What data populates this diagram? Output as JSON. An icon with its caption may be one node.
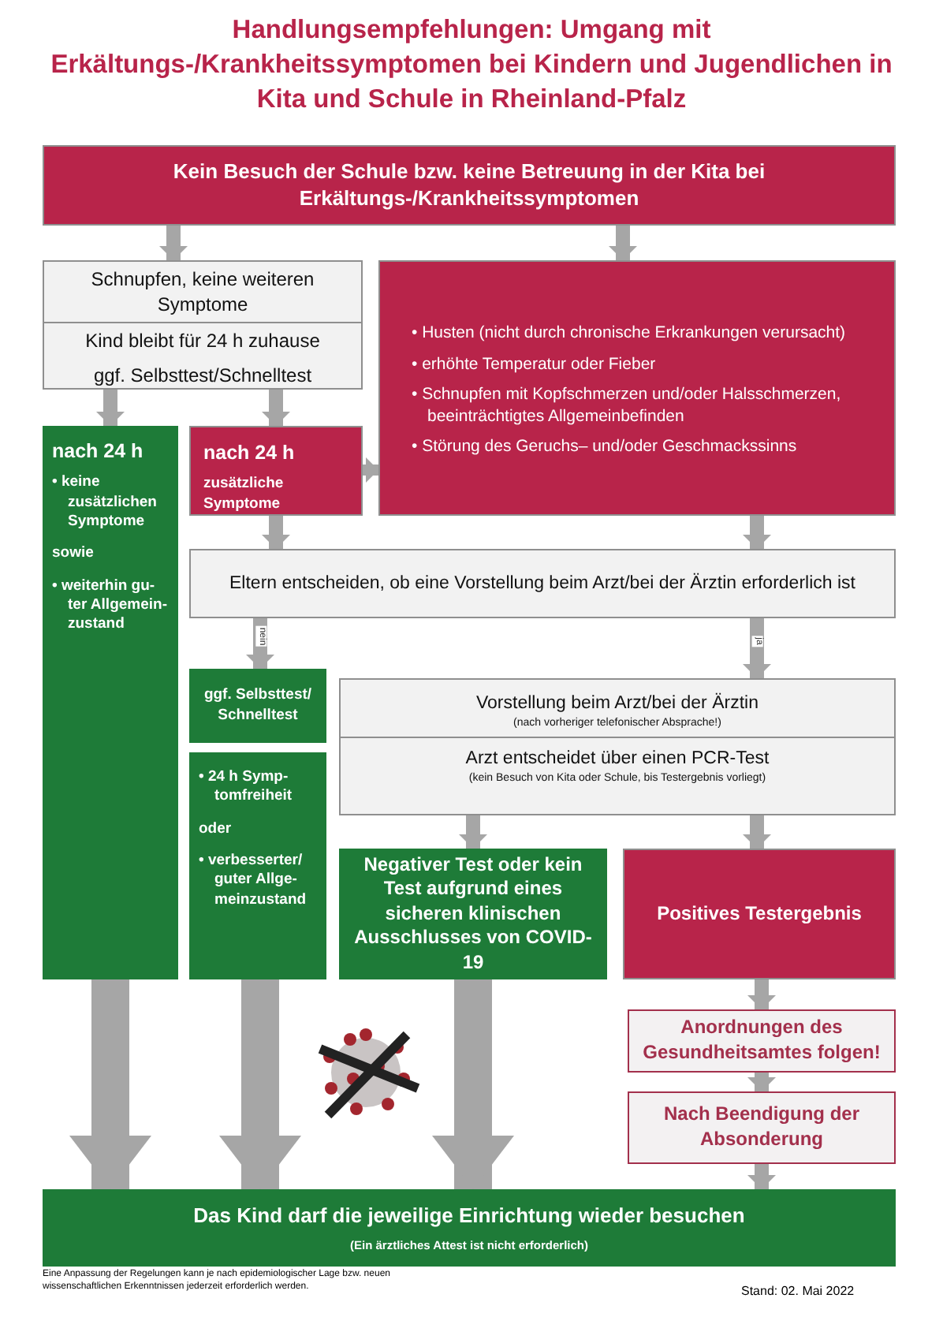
{
  "diagram": {
    "title": "Handlungsempfehlungen: Umgang mit Erkältungs-/Krankheitssymptomen bei Kindern und Jugendlichen in Kita und Schule in Rheinland-Pfalz",
    "nodes": [
      {
        "text": [
          "Kein Besuch der Schule bzw. keine Betreuung in der Kita bei Erkältungs-/Krankheitssymptomen"
        ]
      },
      {
        "text": [
          "Schnupfen, keine weiteren Symptome",
          "Kind bleibt für 24 h zuhause",
          "ggf. Selbsttest/Schnelltest"
        ]
      },
      {
        "text": [
          "• Husten (nicht durch chronische Erkrankungen verursacht)",
          "• erhöhte Temperatur oder Fieber",
          "• Schnupfen mit Kopfschmerzen und/oder Halsschmerzen, beeinträchtigtes Allgemeinbefinden",
          "• Störung des Geruchs– und/oder Geschmackssinns"
        ]
      },
      {
        "text": [
          "nach 24 h",
          "• keine zusätzlichen Symptome",
          "sowie",
          "• weiterhin gu- ter Allgemein- zustand"
        ]
      },
      {
        "text": [
          "nach 24 h",
          "zusätzliche Symptome"
        ]
      },
      {
        "text": [
          "Eltern entscheiden, ob eine Vorstellung beim Arzt/bei der Ärztin erforderlich ist"
        ]
      },
      {
        "text": [
          "ggf. Selbsttest/ Schnelltest"
        ]
      },
      {
        "text": [
          "• 24 h Symp- tomfreiheit",
          "oder",
          "• verbesserter/ guter Allge- meinzustand"
        ]
      },
      {
        "text": [
          "Vorstellung beim Arzt/bei der Ärztin",
          "(nach vorheriger telefonischer Absprache!)",
          "Arzt entscheidet über einen PCR-Test",
          "(kein Besuch von Kita oder Schule, bis Testergebnis vorliegt)"
        ]
      },
      {
        "text": [
          "Negativer Test oder kein Test aufgrund eines sicheren klinischen Ausschlusses von COVID-19"
        ]
      },
      {
        "text": [
          "Positives Testergebnis"
        ]
      },
      {
        "text": [
          "Anordnungen des Gesundheitsamtes folgen!"
        ]
      },
      {
        "text": [
          "Nach Beendigung der Absonderung"
        ]
      },
      {
        "text": [
          "Das Kind darf die jeweilige Einrichtung wieder besuchen",
          "(Ein ärztliches Attest ist nicht erforderlich)"
        ]
      }
    ],
    "edges": [
      {
        "from": 0,
        "to": 1,
        "arrow": "to"
      },
      {
        "from": 0,
        "to": 2,
        "arrow": "to"
      },
      {
        "from": 1,
        "to": 3,
        "arrow": "to"
      },
      {
        "from": 1,
        "to": 4,
        "arrow": "to"
      },
      {
        "from": 4,
        "to": 2,
        "arrow": "to"
      },
      {
        "from": 4,
        "to": 5,
        "arrow": "to"
      },
      {
        "from": 2,
        "to": 5,
        "arrow": "to"
      },
      {
        "from": 5,
        "to": 6,
        "arrow": "to",
        "label": "nein"
      },
      {
        "from": 5,
        "to": 8,
        "arrow": "to",
        "label": "ja"
      },
      {
        "from": 8,
        "to": 9,
        "arrow": "to"
      },
      {
        "from": 8,
        "to": 10,
        "arrow": "to"
      },
      {
        "from": 10,
        "to": 11,
        "arrow": "to"
      },
      {
        "from": 11,
        "to": 12,
        "arrow": "to"
      },
      {
        "from": 12,
        "to": 13,
        "arrow": "to"
      },
      {
        "from": 3,
        "to": 13,
        "arrow": "to",
        "style": "thick"
      },
      {
        "from": 7,
        "to": 13,
        "arrow": "to",
        "style": "thick"
      },
      {
        "from": 9,
        "to": 13,
        "arrow": "to",
        "style": "thick"
      }
    ],
    "labels": [
      "Eine Anpassung der Regelungen kann je nach epidemiologischer Lage bzw. neuen wissenschaftlichen Erkenntnissen jederzeit erforderlich werden.",
      "Stand: 02. Mai 2022"
    ]
  }
}
